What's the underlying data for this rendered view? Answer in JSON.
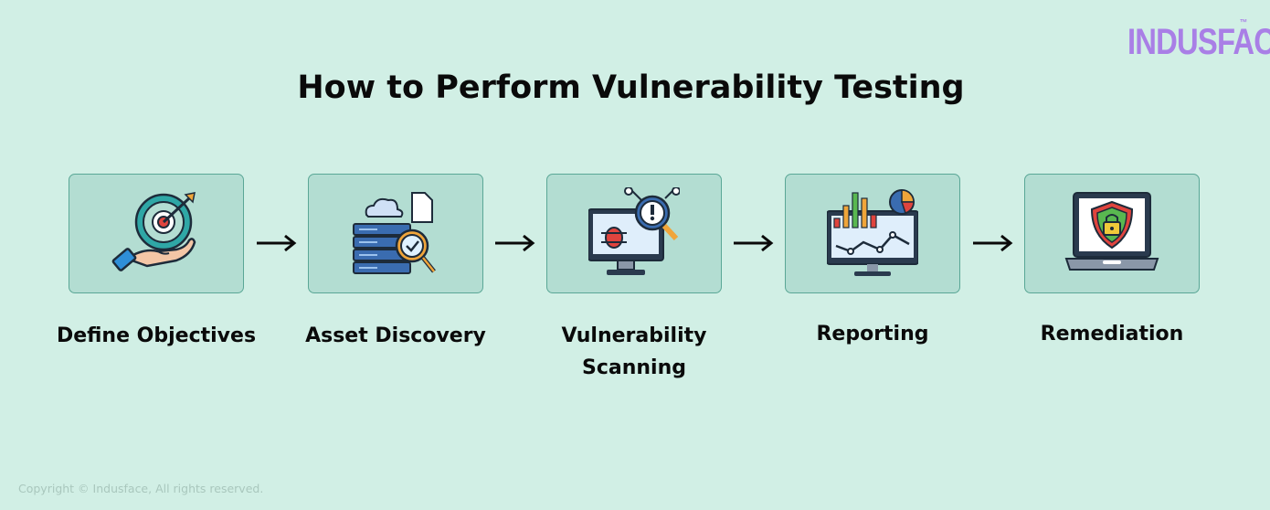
{
  "brand": {
    "logo_text": "INDUSFACE",
    "trademark": "™"
  },
  "title": "How to Perform Vulnerability Testing",
  "steps": [
    {
      "label": "Define Objectives",
      "icon": "target-hand-icon"
    },
    {
      "label": "Asset Discovery",
      "icon": "server-magnifier-icon"
    },
    {
      "label": "Vulnerability Scanning",
      "icon": "monitor-bug-scan-icon"
    },
    {
      "label": "Reporting",
      "icon": "dashboard-chart-icon"
    },
    {
      "label": "Remediation",
      "icon": "laptop-shield-lock-icon"
    }
  ],
  "colors": {
    "background": "#d1efe5",
    "box_fill": "#b3ddd2",
    "box_border": "#5aa796",
    "brand": "#a97fe6"
  },
  "footer": {
    "copyright": "Copyright © Indusface, All rights reserved."
  }
}
